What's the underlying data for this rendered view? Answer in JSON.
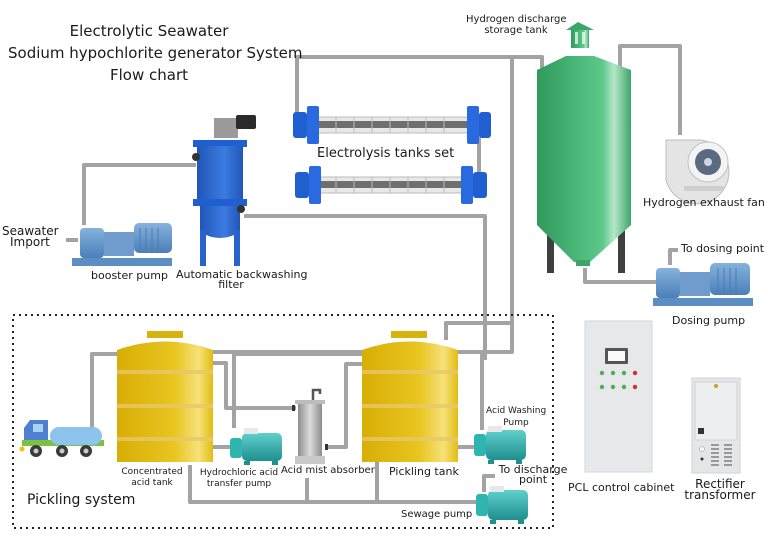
{
  "title": {
    "line1": "Electrolytic Seawater",
    "line2": "Sodium hypochlorite generator System",
    "line3": "Flow chart"
  },
  "labels": {
    "hydrogen_tank_line1": "Hydrogen discharge",
    "hydrogen_tank_line2": "storage tank",
    "electrolysis_tanks": "Electrolysis tanks set",
    "hydrogen_fan": "Hydrogen exhaust fan",
    "seawater_line1": "Seawater",
    "seawater_line2": "Import",
    "booster_pump": "booster pump",
    "backwash_filter_line1": "Automatic backwashing",
    "backwash_filter_line2": "filter",
    "to_dosing_point": "To dosing point",
    "dosing_pump": "Dosing pump",
    "concentrated_acid_tank_line1": "Concentrated",
    "concentrated_acid_tank_line2": "acid tank",
    "hcl_transfer_pump_line1": "Hydrochloric acid",
    "hcl_transfer_pump_line2": "transfer pump",
    "acid_mist_absorber": "Acid mist absorber",
    "pickling_tank": "Pickling tank",
    "acid_washing_pump_line1": "Acid Washing",
    "acid_washing_pump_line2": "Pump",
    "to_discharge_line1": "To discharge",
    "to_discharge_line2": "point",
    "sewage_pump": "Sewage pump",
    "pickling_system": "Pickling system",
    "plc_cabinet": "PCL control cabinet",
    "rectifier_line1": "Rectifier",
    "rectifier_line2": "transformer"
  },
  "colors": {
    "pipe": "#a0a0a0",
    "hydrogen_tank": "#3aa66a",
    "acid_tank": "#e2bd12",
    "electrolysis_flange": "#1f5fd0",
    "filter": "#2f67c8",
    "pump_blue": "#5b8fc4",
    "pump_teal": "#2aa8a8",
    "cabinet": "#e6e8ea",
    "led_green": "#4caf50",
    "led_red": "#d32f2f"
  },
  "plc_cabinet": {
    "indicator_rows": [
      [
        "green",
        "green",
        "green",
        "red"
      ],
      [
        "green",
        "green",
        "green",
        "red"
      ]
    ]
  }
}
